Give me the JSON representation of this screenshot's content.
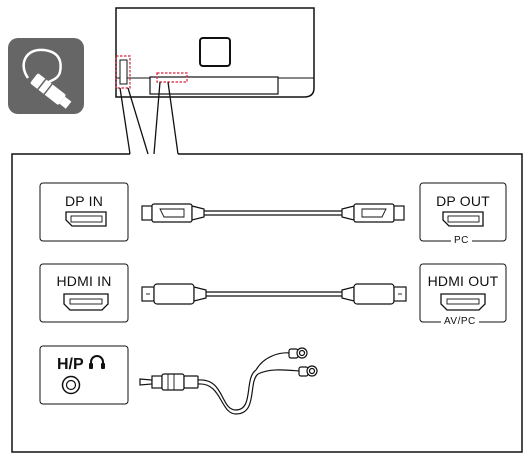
{
  "ports_left": {
    "dp_in": "DP IN",
    "hdmi_in": "HDMI IN",
    "hp": "H/P"
  },
  "ports_right": {
    "dp_out": "DP OUT",
    "dp_out_sub": "PC",
    "hdmi_out": "HDMI OUT",
    "hdmi_out_sub": "AV/PC"
  },
  "icons": [
    "cable-plug-icon",
    "headphones-icon",
    "dp-port-icon",
    "hdmi-port-icon",
    "audio-jack-icon"
  ],
  "colors": {
    "highlight": "#d6203a",
    "icon_bg": "#666666",
    "line": "#111111"
  }
}
